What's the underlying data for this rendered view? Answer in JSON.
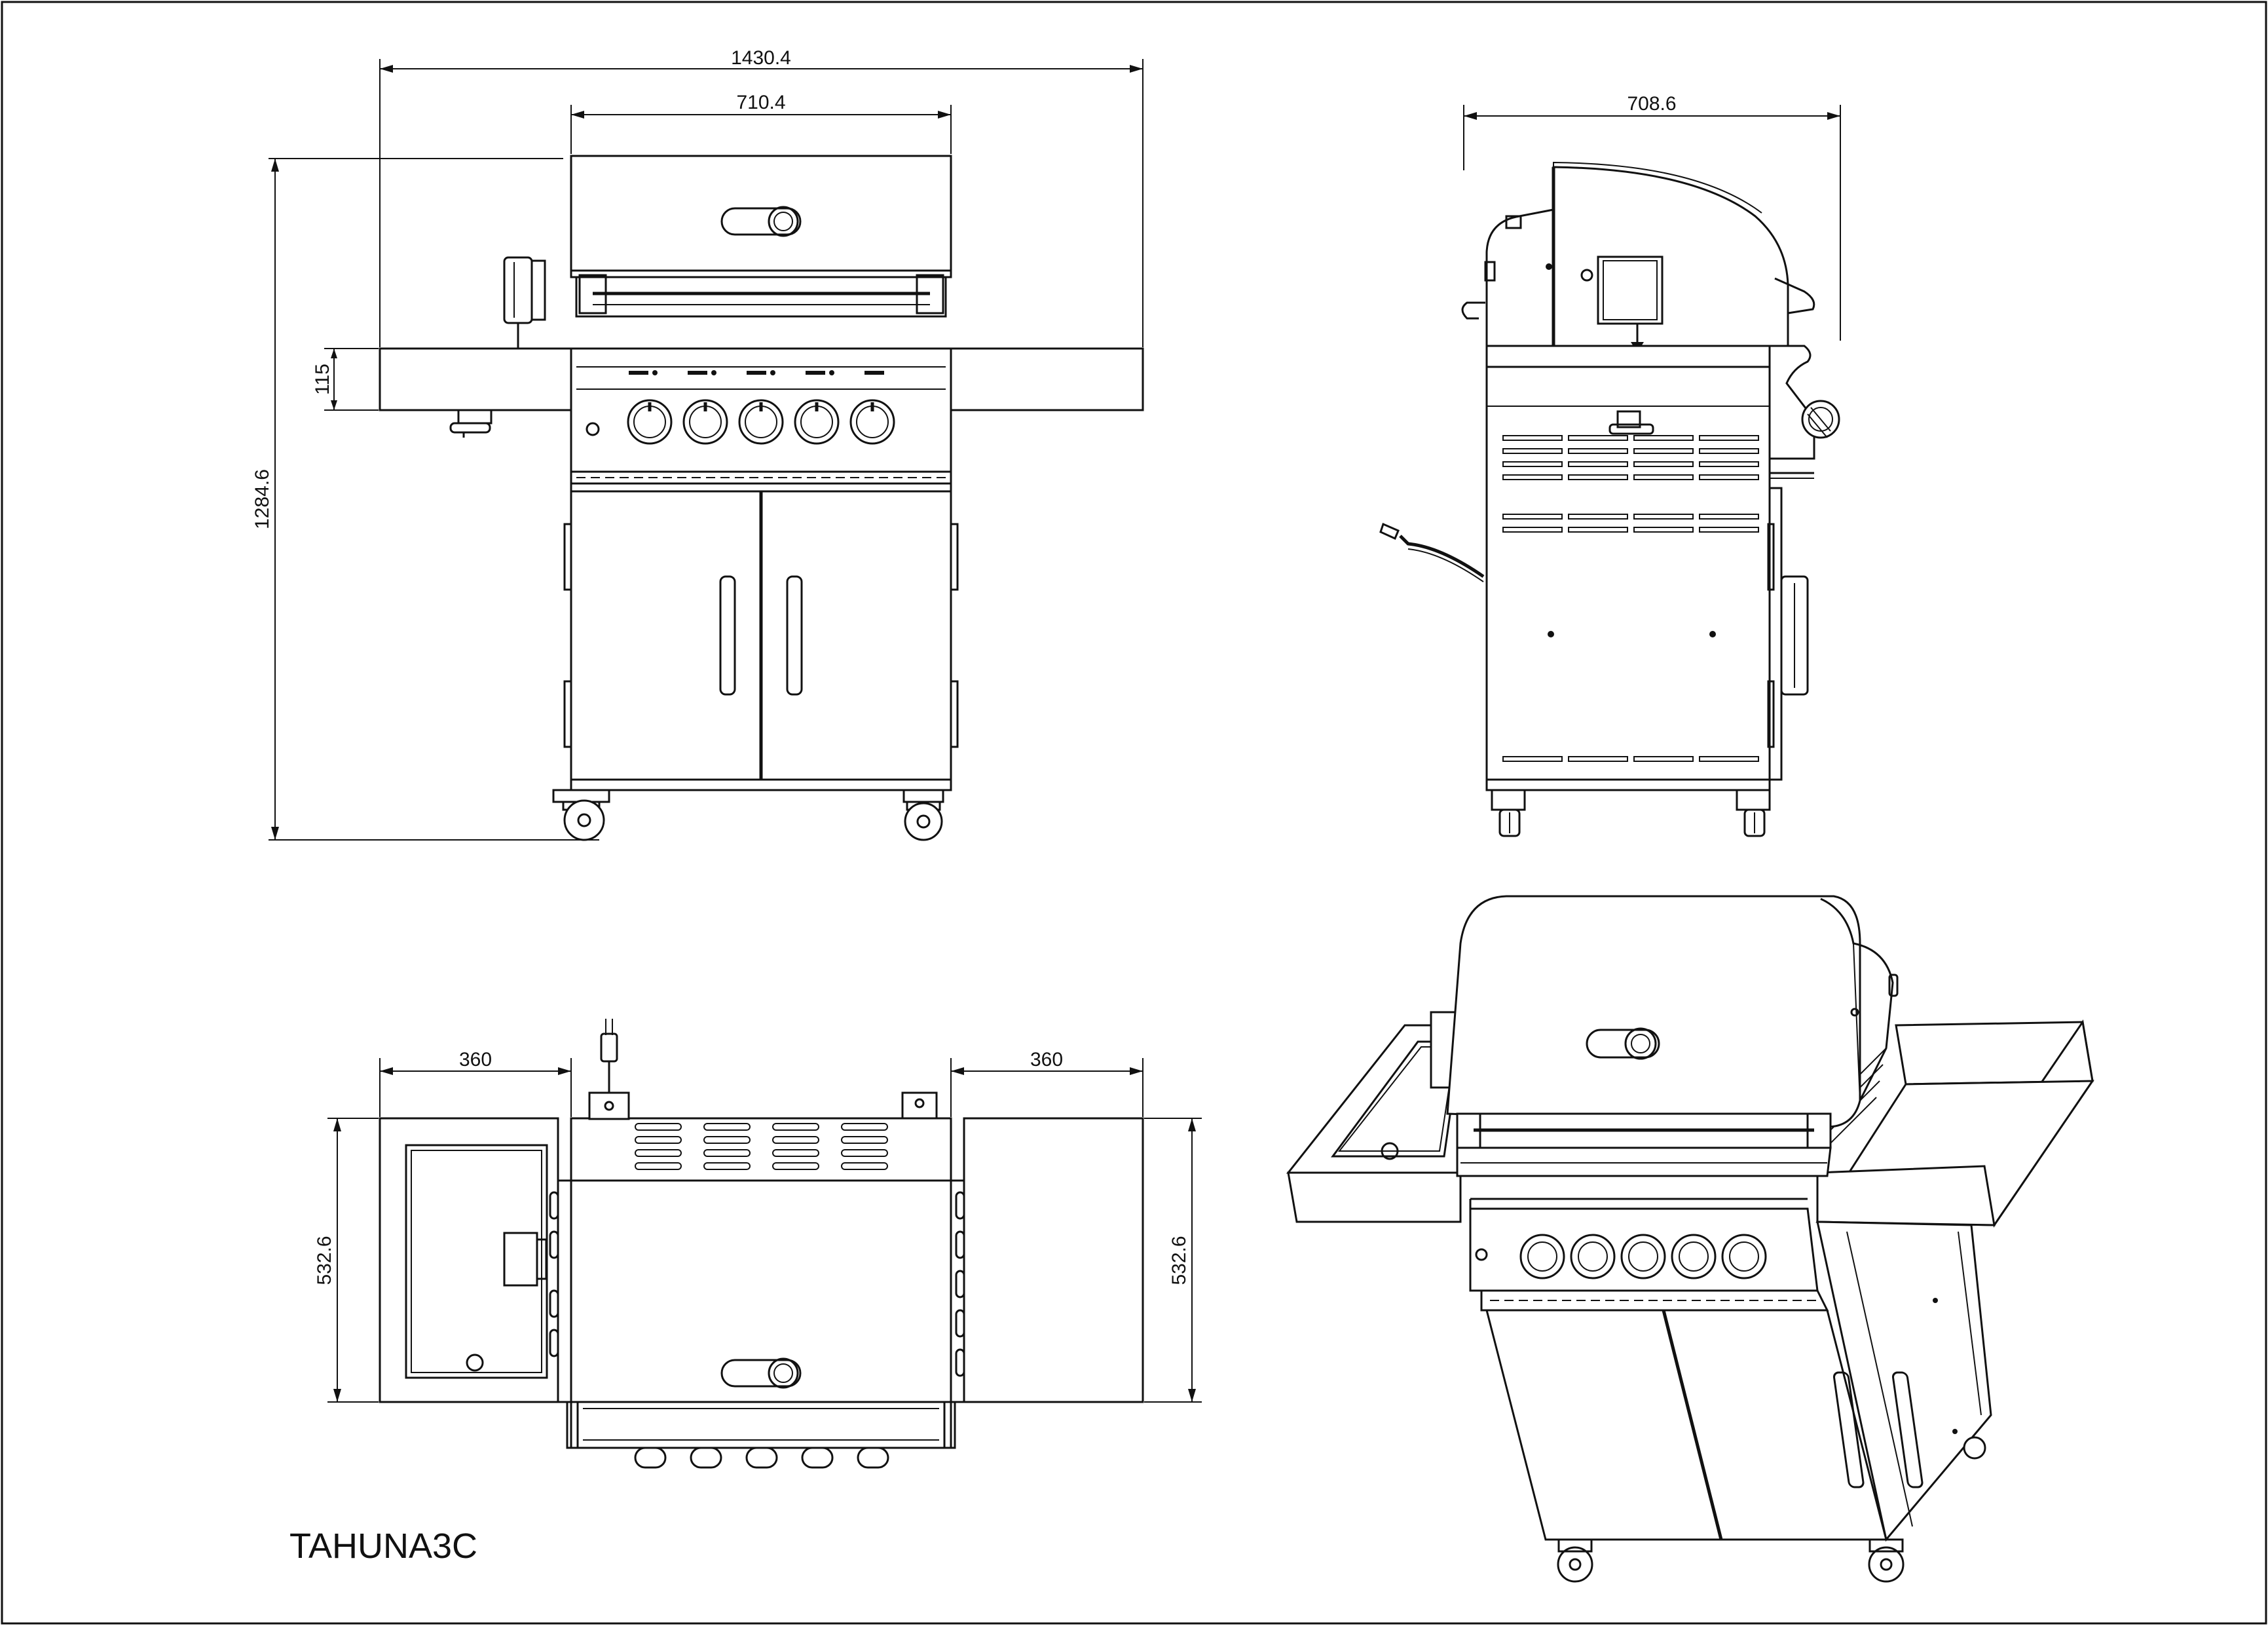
{
  "model_name": "TAHUNA3C",
  "dimensions": {
    "front_overall_width": "1430.4",
    "front_body_width": "710.4",
    "overall_height": "1284.6",
    "side_shelf_thickness": "115",
    "side_depth": "708.6",
    "top_left_shelf_width": "360",
    "top_right_shelf_width": "360",
    "top_left_depth": "532.6",
    "top_right_depth": "532.6"
  },
  "colors": {
    "line": "#111111",
    "background": "#ffffff"
  }
}
